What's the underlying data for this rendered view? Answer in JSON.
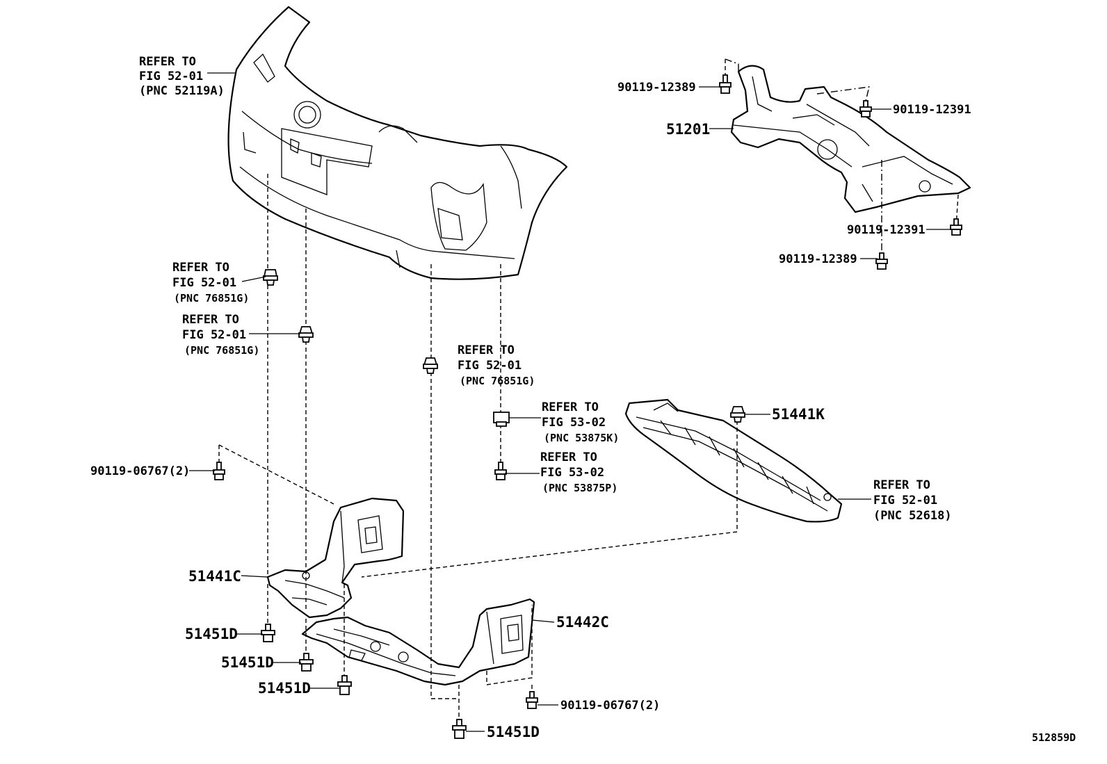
{
  "diagram_id": "512859D",
  "callouts": {
    "bumper_ref": [
      "REFER TO",
      "FIG 52-01",
      "(PNC 52119A)"
    ],
    "clip_ref_1": [
      "REFER TO",
      "FIG 52-01",
      "(PNC 76851G)"
    ],
    "clip_ref_2": [
      "REFER TO",
      "FIG 52-01",
      "(PNC 76851G)"
    ],
    "clip_ref_3": [
      "REFER TO",
      "FIG 52-01",
      "(PNC 76851G)"
    ],
    "clip_ref_4": [
      "REFER TO",
      "FIG 53-02",
      "(PNC 53875K)"
    ],
    "clip_ref_5": [
      "REFER TO",
      "FIG 53-02",
      "(PNC 53875P)"
    ],
    "cover_ref": [
      "REFER TO",
      "FIG 52-01",
      "(PNC 52618)"
    ],
    "bolt_12389_top": "90119-12389",
    "bolt_12391_top": "90119-12391",
    "member_51201": "51201",
    "bolt_12391_bottom": "90119-12391",
    "bolt_12389_bottom": "90119-12389",
    "clip_51441k": "51441K",
    "bolt_06767_left": "90119-06767(2)",
    "shield_51441c": "51441C",
    "bolt_51451d_1": "51451D",
    "bolt_51451d_2": "51451D",
    "bolt_51451d_3": "51451D",
    "bolt_51451d_4": "51451D",
    "shield_51442c": "51442C",
    "bolt_06767_right": "90119-06767(2)"
  }
}
